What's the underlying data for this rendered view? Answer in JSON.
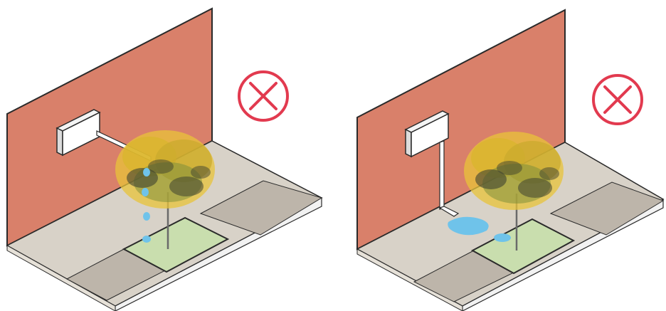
{
  "diagram": {
    "panels": [
      {
        "scenario": "ac-unit-drain-pipe-drips-water-onto-tree",
        "status": "incorrect",
        "status_icon": "red-circled-x-icon"
      },
      {
        "scenario": "ac-unit-drain-pipe-discharges-water-onto-pavement",
        "status": "incorrect",
        "status_icon": "red-circled-x-icon"
      }
    ],
    "colors": {
      "wall": "#d9806a",
      "wall_edge": "#2a2a2a",
      "pavement": "#d8d2c8",
      "paving_slab": "#bdb5aa",
      "tree_pit_grass": "#c9deae",
      "curb": "#f2f2f2",
      "ac_unit": "#ffffff",
      "water": "#6fc3ea",
      "foliage_yellow": "#e8c33a",
      "foliage_green": "#7f8f3a",
      "foliage_dark": "#3e4230",
      "status_red": "#e23a4f"
    }
  }
}
